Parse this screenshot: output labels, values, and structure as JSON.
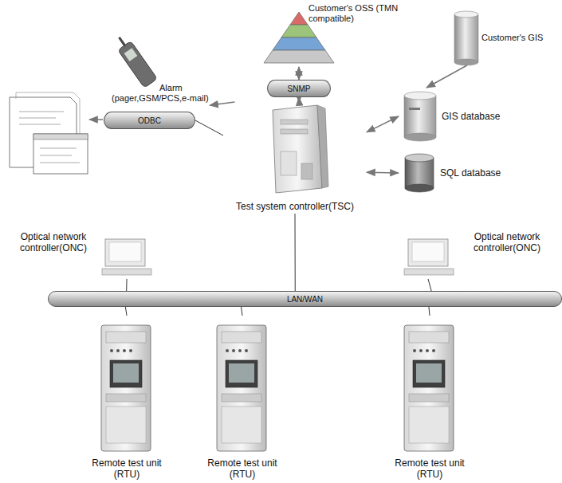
{
  "diagram": {
    "nodes": [
      {
        "text": [
          "Customer's OSS (TMN compatible)"
        ]
      },
      {
        "text": [
          "Customer's GIS"
        ]
      },
      {
        "text": [
          "Alarm",
          "(pager,GSM/PCS,e-mail)"
        ]
      },
      {
        "text": [
          "SNMP"
        ]
      },
      {
        "text": [
          "GIS database"
        ]
      },
      {
        "text": [
          "ODBC"
        ]
      },
      {
        "text": [
          "SQL database"
        ]
      },
      {
        "text": [
          "Test system controller(TSC)"
        ]
      },
      {
        "text": [
          "Optical network controller(ONC)"
        ]
      },
      {
        "text": [
          "Optical network controller(ONC)"
        ]
      },
      {
        "text": [
          "LAN/WAN"
        ]
      },
      {
        "text": [
          "Remote test unit (RTU)"
        ]
      },
      {
        "text": [
          "Remote test unit (RTU)"
        ]
      },
      {
        "text": [
          "Remote test unit (RTU)"
        ]
      }
    ],
    "edges": [
      {
        "from": 0,
        "to": 3,
        "arrow": "both"
      },
      {
        "from": 3,
        "to": 7,
        "arrow": "both"
      },
      {
        "from": 1,
        "to": 4,
        "arrow": "to"
      },
      {
        "from": 4,
        "to": 7,
        "arrow": "both"
      },
      {
        "from": 6,
        "to": 7,
        "arrow": "both"
      },
      {
        "from": 7,
        "to": 2,
        "arrow": "to"
      },
      {
        "from": 7,
        "to": 5,
        "arrow": "none"
      },
      {
        "from": 7,
        "to": 10,
        "arrow": "none"
      },
      {
        "from": 8,
        "to": 10,
        "arrow": "none"
      },
      {
        "from": 9,
        "to": 10,
        "arrow": "none"
      },
      {
        "from": 10,
        "to": 11,
        "arrow": "none"
      },
      {
        "from": 10,
        "to": 12,
        "arrow": "none"
      },
      {
        "from": 10,
        "to": 13,
        "arrow": "none"
      }
    ]
  }
}
